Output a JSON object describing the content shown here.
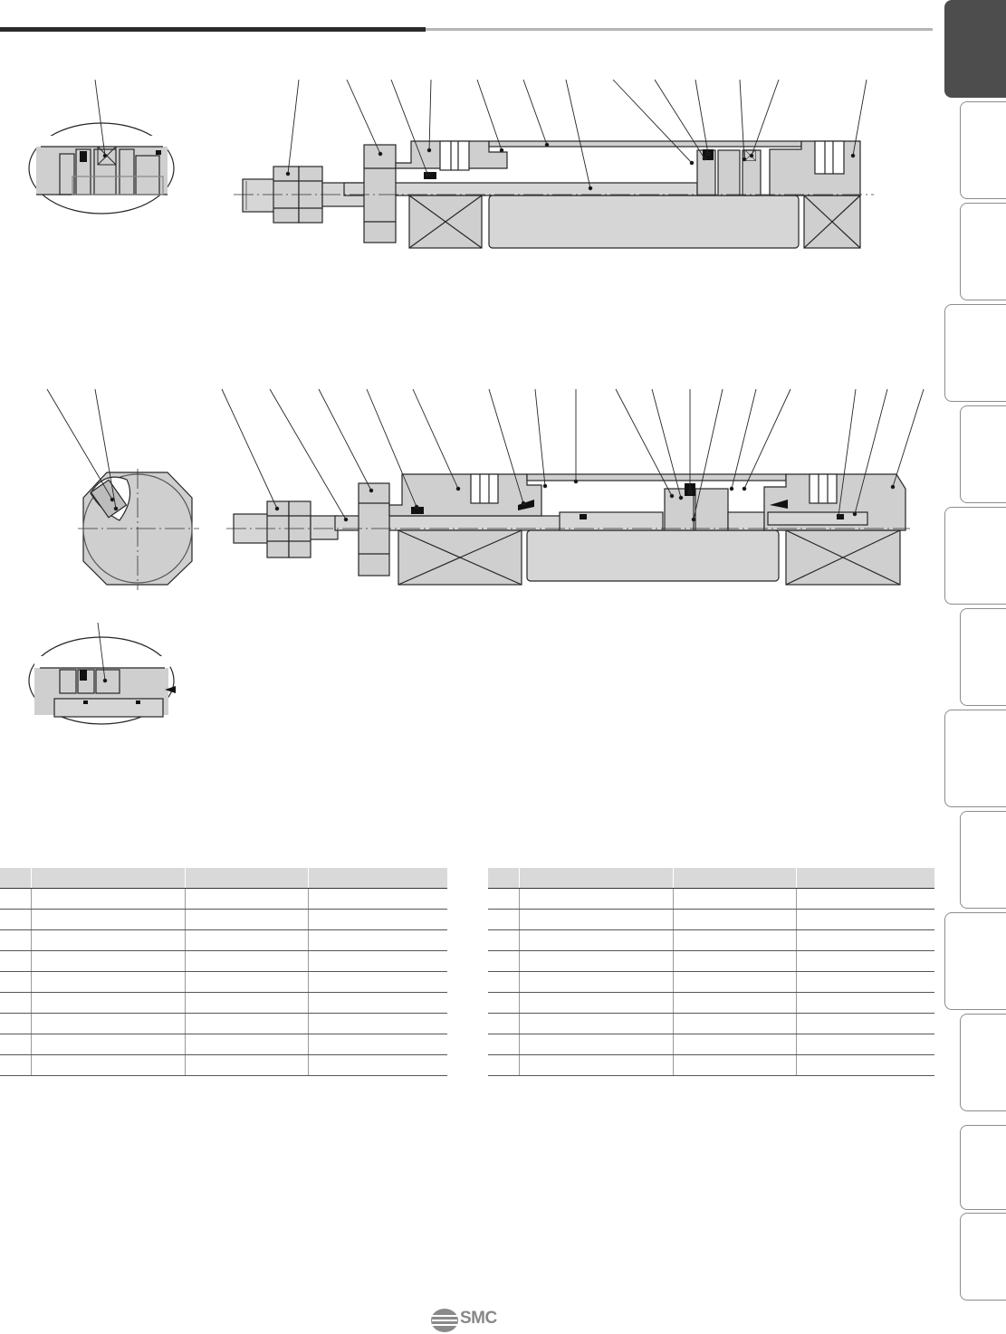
{
  "brand": {
    "name": "SMC",
    "logo_icon": "smc-logo-icon",
    "color": "#8a8a8a"
  },
  "colors": {
    "section_fill": "#cfcfcf",
    "outline": "#262626",
    "active_tab": "#4d4d4d",
    "table_header": "#d9d9d9"
  },
  "tabs": [
    {
      "active": true,
      "label": ""
    },
    {
      "active": false,
      "label": ""
    },
    {
      "active": false,
      "label": ""
    },
    {
      "active": false,
      "label": ""
    },
    {
      "active": false,
      "label": ""
    },
    {
      "active": false,
      "label": ""
    },
    {
      "active": false,
      "label": ""
    },
    {
      "active": false,
      "label": ""
    },
    {
      "active": false,
      "label": ""
    },
    {
      "active": false,
      "label": ""
    },
    {
      "active": false,
      "label": ""
    },
    {
      "active": false,
      "label": ""
    },
    {
      "active": false,
      "label": ""
    }
  ],
  "tables": [
    {
      "rows": 10,
      "cols": 4
    },
    {
      "rows": 10,
      "cols": 4
    }
  ]
}
